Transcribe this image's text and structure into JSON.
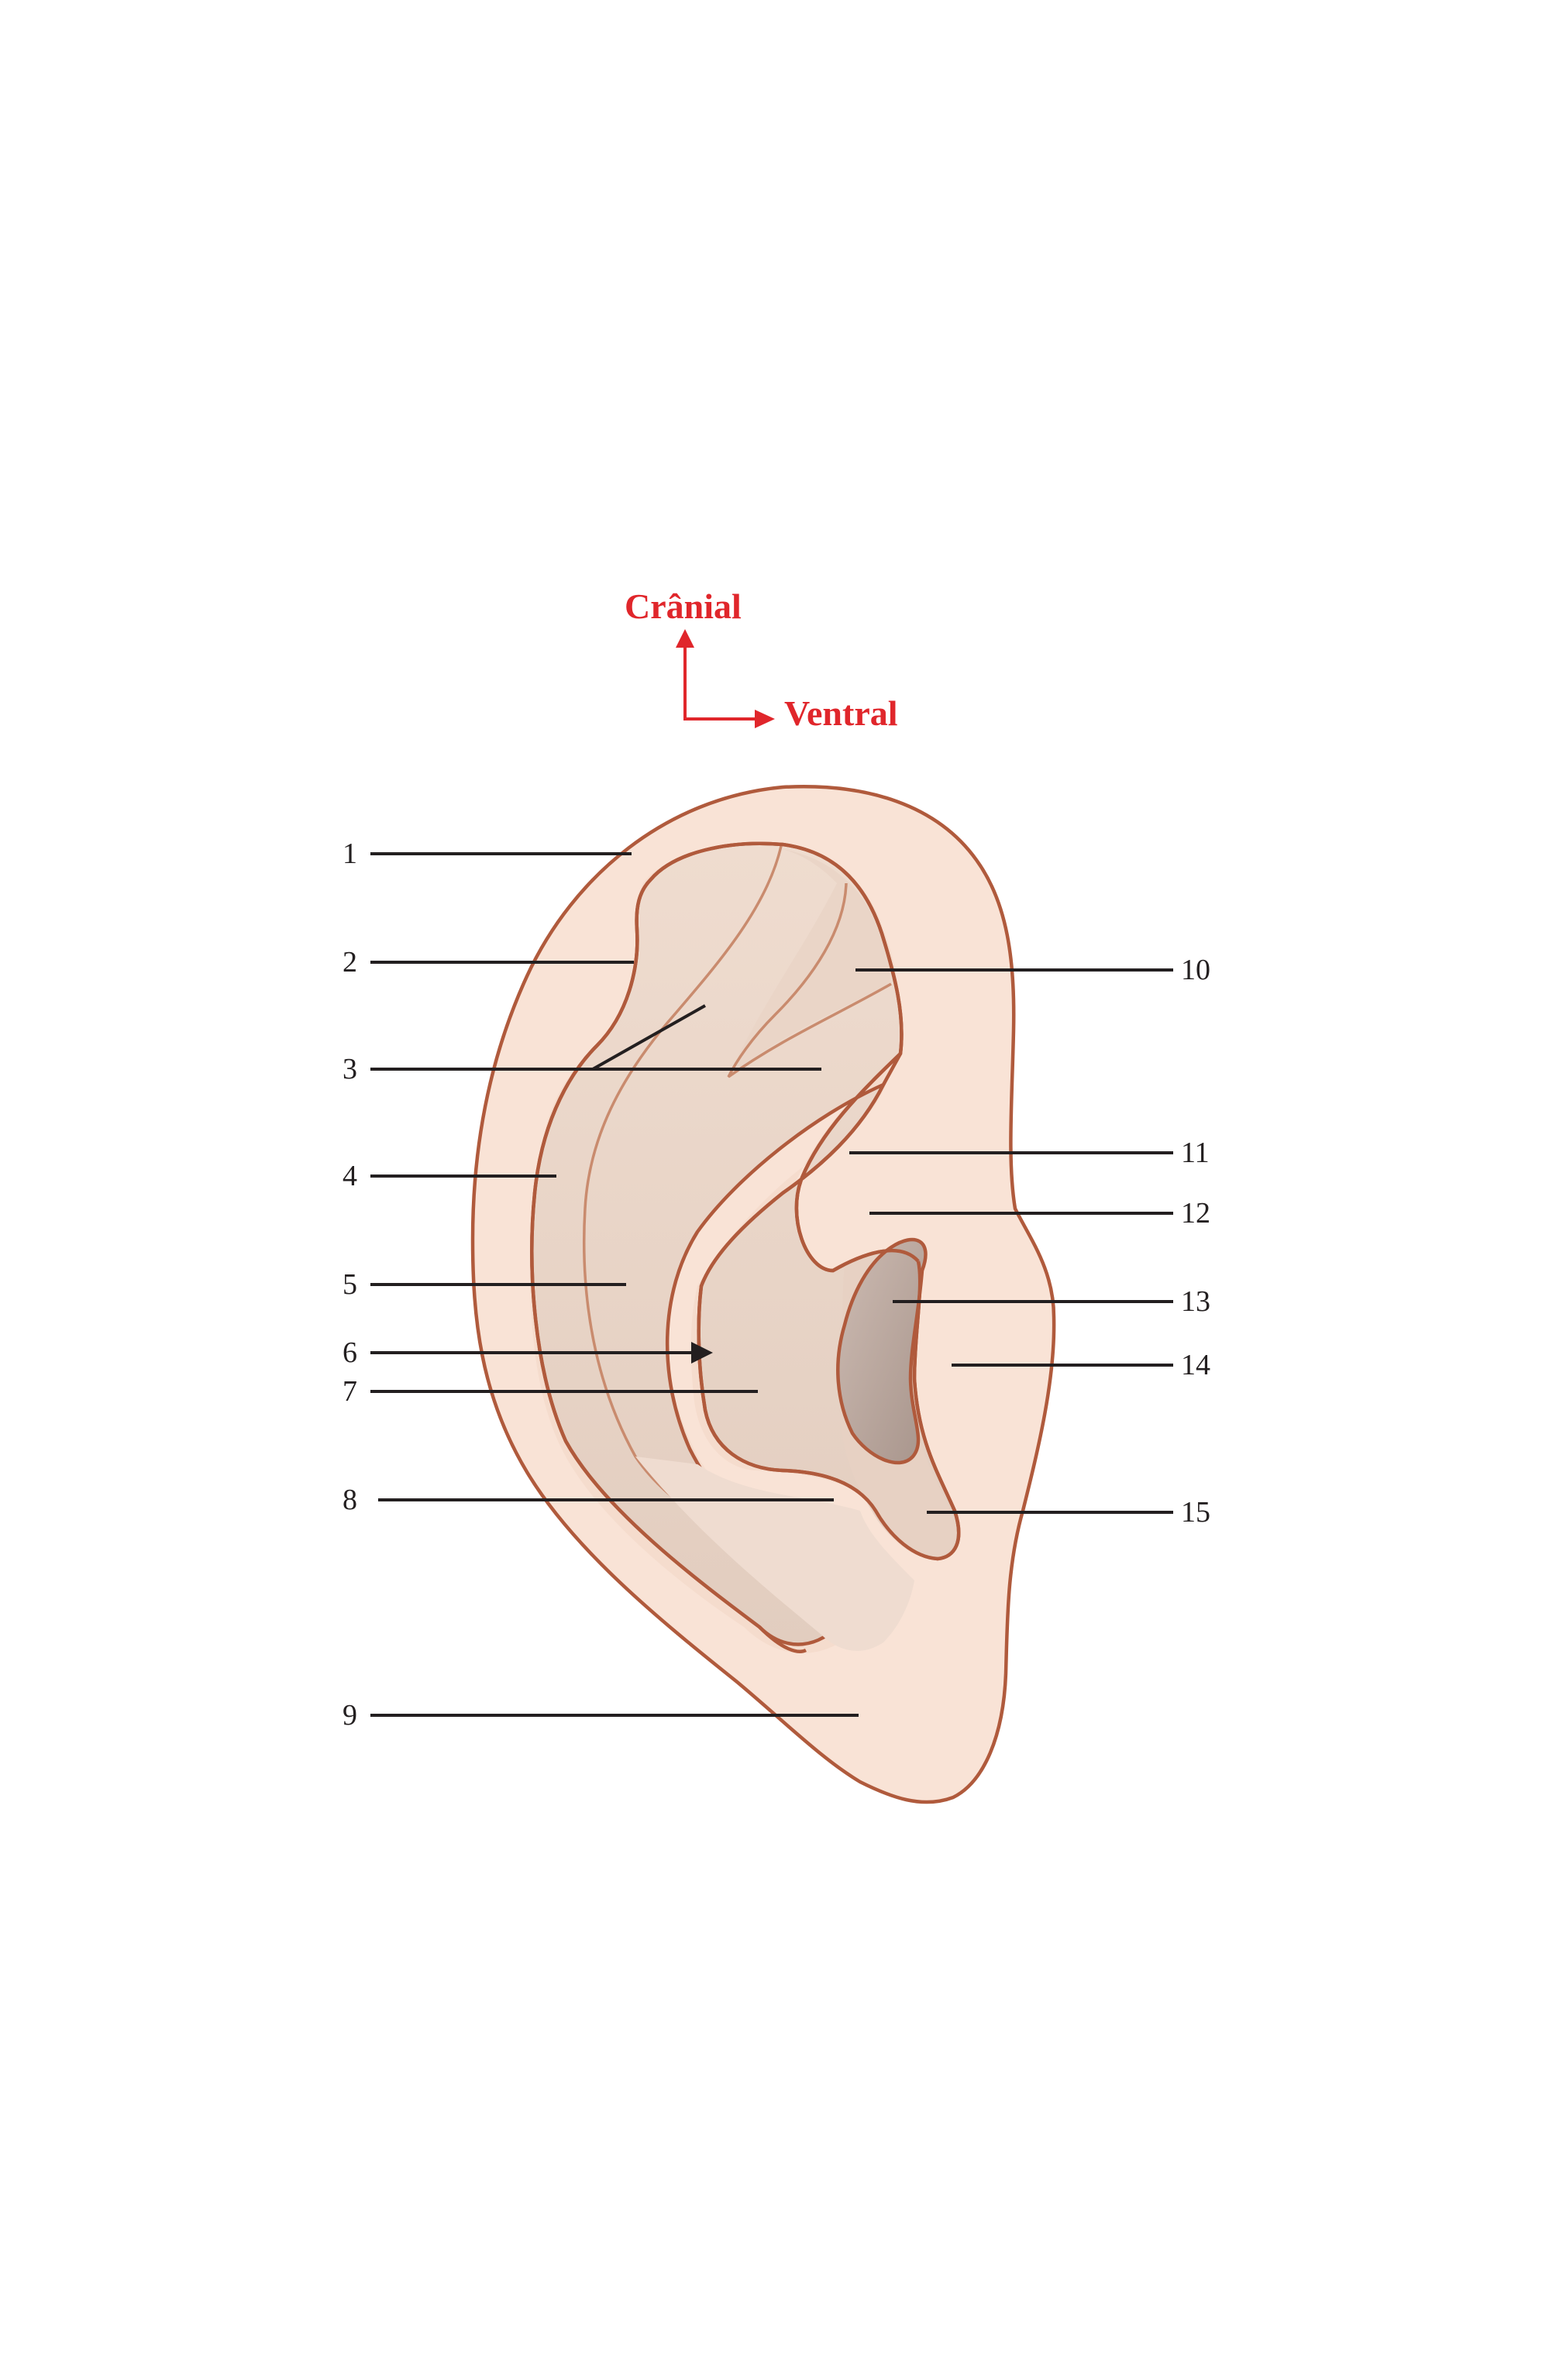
{
  "orientation": {
    "up_label": "Crânial",
    "right_label": "Ventral",
    "color": "#e0262b"
  },
  "labels": {
    "left": [
      "1",
      "2",
      "3",
      "4",
      "5",
      "6",
      "7",
      "8",
      "9"
    ],
    "right": [
      "10",
      "11",
      "12",
      "13",
      "14",
      "15"
    ]
  },
  "colors": {
    "skin": "#f9e3d6",
    "outline": "#b05a3c",
    "inner_fold": "#c98b6e",
    "concha_shadow": "#e6d2c5",
    "canal": "#b8a49b"
  }
}
